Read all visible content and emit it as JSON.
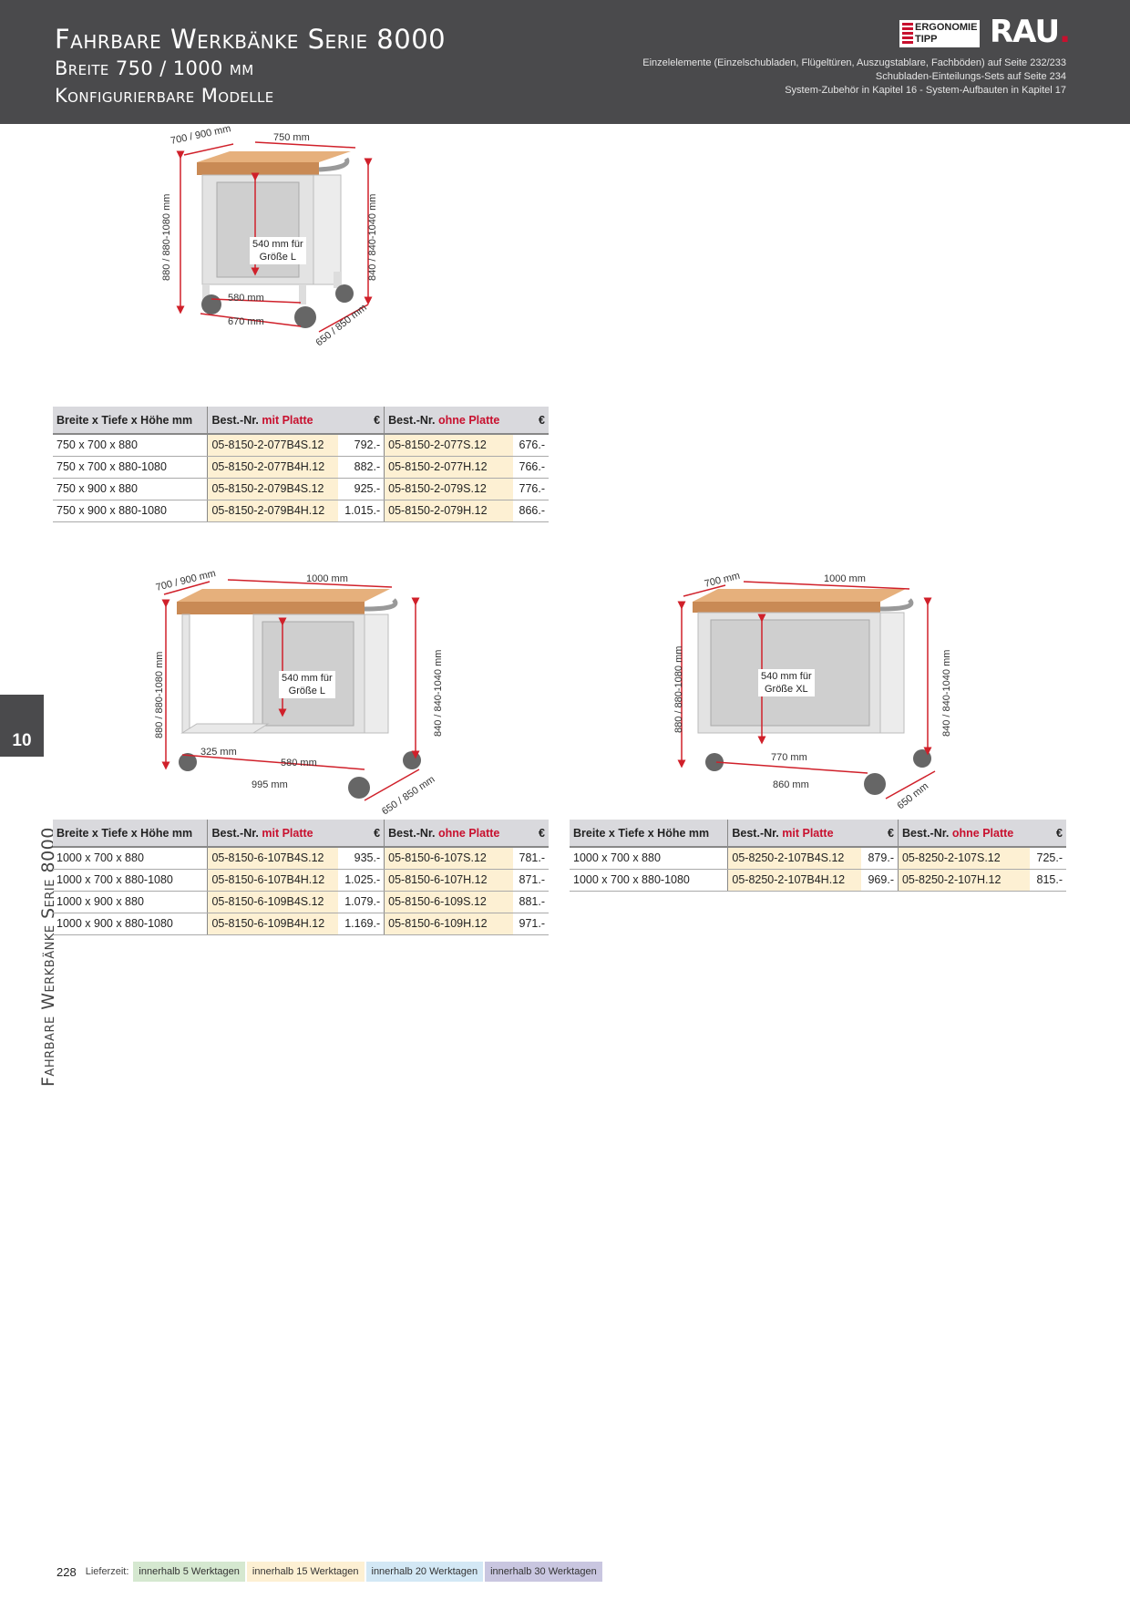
{
  "header": {
    "title": "Fahrbare Werkbänke Serie 8000",
    "subtitle1": "Breite 750 / 1000 mm",
    "subtitle2": "Konfigurierbare Modelle",
    "refs": [
      "Einzelelemente (Einzelschubladen, Flügeltüren, Auszugstablare, Fachböden) auf Seite 232/233",
      "Schubladen-Einteilungs-Sets auf Seite 234",
      "System-Zubehör in Kapitel 16 -  System-Aufbauten in Kapitel 17"
    ],
    "ergo_line1": "ERGONOMIE",
    "ergo_line2": "TIPP",
    "brand": "RAU",
    "brand_dot": "."
  },
  "side": {
    "chapter": "10",
    "label": "Fahrbare Werkbänke Serie 8000"
  },
  "diagrams": [
    {
      "depth": "700 / 900 mm",
      "width": "750 mm",
      "height_left": "880 / 880-1080 mm",
      "height_right": "840 / 840-1040 mm",
      "inner": "580 mm",
      "base": "670 mm",
      "depth_bottom": "650 / 850 mm",
      "callout1": "540 mm für",
      "callout2": "Größe L"
    },
    {
      "depth": "700 / 900 mm",
      "width": "1000 mm",
      "height_left": "880 / 880-1080 mm",
      "height_right": "840 / 840-1040 mm",
      "shelf": "325 mm",
      "inner": "580 mm",
      "base": "995 mm",
      "depth_bottom": "650 / 850 mm",
      "callout1": "540 mm für",
      "callout2": "Größe L"
    },
    {
      "depth": "700 mm",
      "width": "1000 mm",
      "height_left": "880 / 880-1080 mm",
      "height_right": "840 / 840-1040 mm",
      "inner": "770 mm",
      "base": "860 mm",
      "depth_bottom": "650 mm",
      "callout1": "540 mm für",
      "callout2": "Größe XL"
    }
  ],
  "table_headers": {
    "dims": "Breite x Tiefe x Höhe mm",
    "best": "Best.-Nr.",
    "mit": "mit Platte",
    "ohne": "ohne Platte",
    "euro": "€"
  },
  "tables": [
    {
      "rows": [
        {
          "dims": "750 x 700 x 880",
          "nr_mit": "05-8150-2-077B4S.12",
          "price_mit": "792.-",
          "nr_ohne": "05-8150-2-077S.12",
          "price_ohne": "676.-"
        },
        {
          "dims": "750 x 700 x 880-1080",
          "nr_mit": "05-8150-2-077B4H.12",
          "price_mit": "882.-",
          "nr_ohne": "05-8150-2-077H.12",
          "price_ohne": "766.-"
        },
        {
          "dims": "750 x 900 x 880",
          "nr_mit": "05-8150-2-079B4S.12",
          "price_mit": "925.-",
          "nr_ohne": "05-8150-2-079S.12",
          "price_ohne": "776.-"
        },
        {
          "dims": "750 x 900 x 880-1080",
          "nr_mit": "05-8150-2-079B4H.12",
          "price_mit": "1.015.-",
          "nr_ohne": "05-8150-2-079H.12",
          "price_ohne": "866.-"
        }
      ]
    },
    {
      "rows": [
        {
          "dims": "1000 x 700 x 880",
          "nr_mit": "05-8150-6-107B4S.12",
          "price_mit": "935.-",
          "nr_ohne": "05-8150-6-107S.12",
          "price_ohne": "781.-"
        },
        {
          "dims": "1000 x 700 x 880-1080",
          "nr_mit": "05-8150-6-107B4H.12",
          "price_mit": "1.025.-",
          "nr_ohne": "05-8150-6-107H.12",
          "price_ohne": "871.-"
        },
        {
          "dims": "1000 x 900 x 880",
          "nr_mit": "05-8150-6-109B4S.12",
          "price_mit": "1.079.-",
          "nr_ohne": "05-8150-6-109S.12",
          "price_ohne": "881.-"
        },
        {
          "dims": "1000 x 900 x 880-1080",
          "nr_mit": "05-8150-6-109B4H.12",
          "price_mit": "1.169.-",
          "nr_ohne": "05-8150-6-109H.12",
          "price_ohne": "971.-"
        }
      ]
    },
    {
      "rows": [
        {
          "dims": "1000 x 700 x 880",
          "nr_mit": "05-8250-2-107B4S.12",
          "price_mit": "879.-",
          "nr_ohne": "05-8250-2-107S.12",
          "price_ohne": "725.-"
        },
        {
          "dims": "1000 x 700 x 880-1080",
          "nr_mit": "05-8250-2-107B4H.12",
          "price_mit": "969.-",
          "nr_ohne": "05-8250-2-107H.12",
          "price_ohne": "815.-"
        }
      ]
    }
  ],
  "footer": {
    "page": "228",
    "label": "Lieferzeit:",
    "chips": [
      {
        "text": "innerhalb 5 Werktagen",
        "color": "#d5e8d0"
      },
      {
        "text": "innerhalb 15 Werktagen",
        "color": "#fdf0d3"
      },
      {
        "text": "innerhalb 20 Werktagen",
        "color": "#d3e8f5"
      },
      {
        "text": "innerhalb 30 Werktagen",
        "color": "#c9c6e0"
      }
    ]
  },
  "colors": {
    "header_bg": "#4a4a4c",
    "accent_red": "#c8102e",
    "code_cell": "#fdf0d3",
    "table_head": "#d9d9dd"
  }
}
